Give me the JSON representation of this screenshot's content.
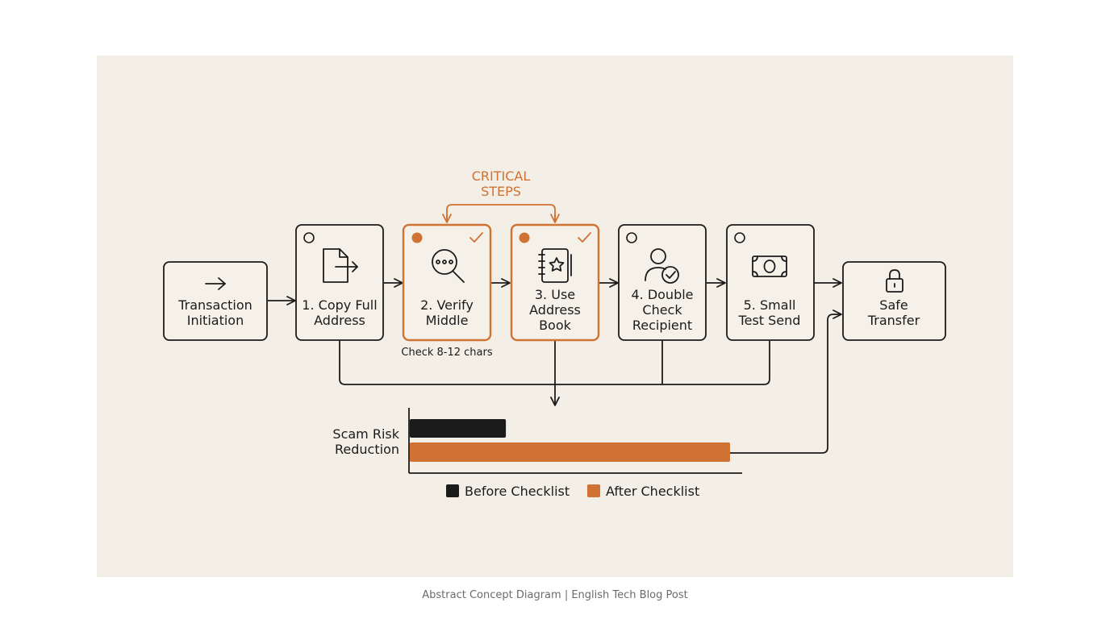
{
  "colors": {
    "accent": "#cf7233",
    "ink": "#1b1b1b",
    "panel": "#f3efe6"
  },
  "critical_label": [
    "CRITICAL",
    "STEPS"
  ],
  "nodes": [
    {
      "id": "start",
      "lines": [
        "Transaction",
        "Initiation"
      ],
      "icon": "arrow-right-icon",
      "critical": false
    },
    {
      "id": "step1",
      "lines": [
        "1. Copy Full",
        "Address"
      ],
      "icon": "file-export-icon",
      "critical": false
    },
    {
      "id": "step2",
      "lines": [
        "2. Verify",
        "Middle"
      ],
      "icon": "magnifier-dots-icon",
      "critical": true
    },
    {
      "id": "step3",
      "lines": [
        "3. Use",
        "Address",
        "Book"
      ],
      "icon": "address-book-star-icon",
      "critical": true
    },
    {
      "id": "step4",
      "lines": [
        "4. Double",
        "Check",
        "Recipient"
      ],
      "icon": "user-check-icon",
      "critical": false
    },
    {
      "id": "step5",
      "lines": [
        "5. Small",
        "Test Send"
      ],
      "icon": "banknote-icon",
      "critical": false
    },
    {
      "id": "end",
      "lines": [
        "Safe",
        "Transfer"
      ],
      "icon": "lock-icon",
      "critical": false
    }
  ],
  "step2_note": "Check 8-12 chars",
  "chart_data": {
    "type": "bar",
    "orientation": "horizontal",
    "ylabel": [
      "Scam Risk",
      "Reduction"
    ],
    "series": [
      {
        "name": "Before Checklist",
        "value": 0.3
      },
      {
        "name": "After Checklist",
        "value": 1.0
      }
    ],
    "colors": [
      "#1b1b1b",
      "#cf7233"
    ],
    "legend_position": "bottom"
  },
  "caption": "Abstract Concept Diagram | English Tech Blog Post"
}
